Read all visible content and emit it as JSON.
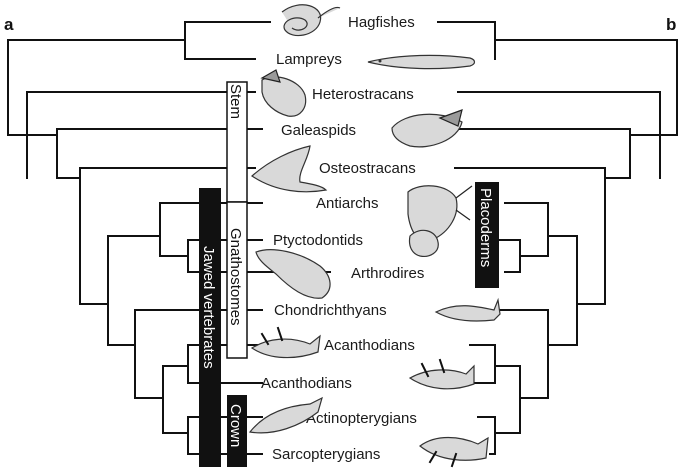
{
  "panels": {
    "left": "a",
    "right": "b"
  },
  "taxa": [
    "Hagfishes",
    "Lampreys",
    "Heterostracans",
    "Galeaspids",
    "Osteostracans",
    "Antiarchs",
    "Ptyctodontids",
    "Arthrodires",
    "Chondrichthyans",
    "Acanthodians",
    "Acanthodians",
    "Actinopterygians",
    "Sarcopterygians"
  ],
  "group_bars": {
    "stem": "Stem",
    "gnathostomes": "Gnathostomes",
    "crown": "Crown",
    "jawed_vertebrates": "Jawed vertebrates",
    "placoderms": "Placoderms"
  },
  "icons": [
    "hagfish-icon",
    "lamprey-icon",
    "heterostracan-icon",
    "galeaspid-icon",
    "osteostracan-icon",
    "antiarch-icon",
    "ptyctodontid-icon",
    "arthrodire-icon",
    "chondrichthyan-icon",
    "acanthodian-icon",
    "acanthodian-icon",
    "actinopterygian-icon",
    "sarcopterygian-icon"
  ]
}
